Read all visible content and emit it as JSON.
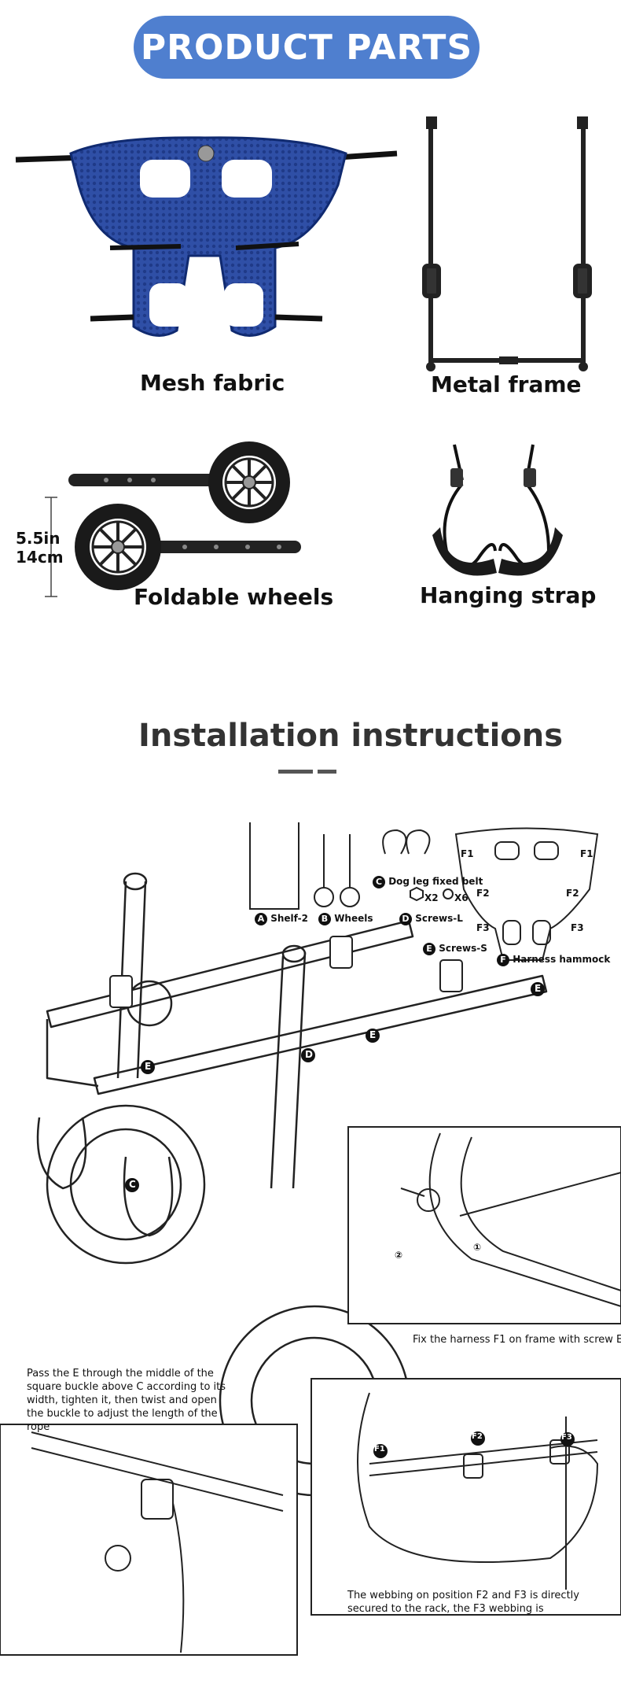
{
  "header": {
    "title": "PRODUCT PARTS"
  },
  "parts": {
    "mesh_fabric": "Mesh fabric",
    "metal_frame": "Metal frame",
    "foldable_wheels": "Foldable wheels",
    "hanging_strap": "Hanging strap",
    "wheel_height_in": "5.5in",
    "wheel_height_cm": "14cm"
  },
  "install": {
    "title": "Installation instructions",
    "legend": {
      "a": "A",
      "a_label": "Shelf-2",
      "b": "B",
      "b_label": "Wheels",
      "c": "C",
      "c_label": "Dog leg fixed belt",
      "d": "D",
      "d_label": "Screws-L",
      "e": "E",
      "e_label": "Screws-S",
      "f": "F",
      "f_label": "Harness hammock",
      "x2": "X2",
      "x6": "X6",
      "f1": "F1",
      "f2": "F2",
      "f3": "F3"
    },
    "markers": {
      "e": "E",
      "d": "D",
      "c": "C",
      "f1": "F1",
      "f2": "F2",
      "f3": "F3"
    },
    "step_numbers": {
      "one": "①",
      "two": "②"
    },
    "notes": {
      "fix_harness": "Fix the harness F1 on frame with screw E",
      "pass_e": "Pass the E through the middle of the square buckle above C according to its width, tighten it, then twist and open the buckle to adjust the length of the rope",
      "webbing": "The webbing on position F2 and F3 is directly secured to the rack, the F3 webbing is"
    }
  },
  "colors": {
    "accent": "#4f7fcf",
    "mesh": "#2f4fa6",
    "line": "#222222",
    "divider": "#555555"
  }
}
